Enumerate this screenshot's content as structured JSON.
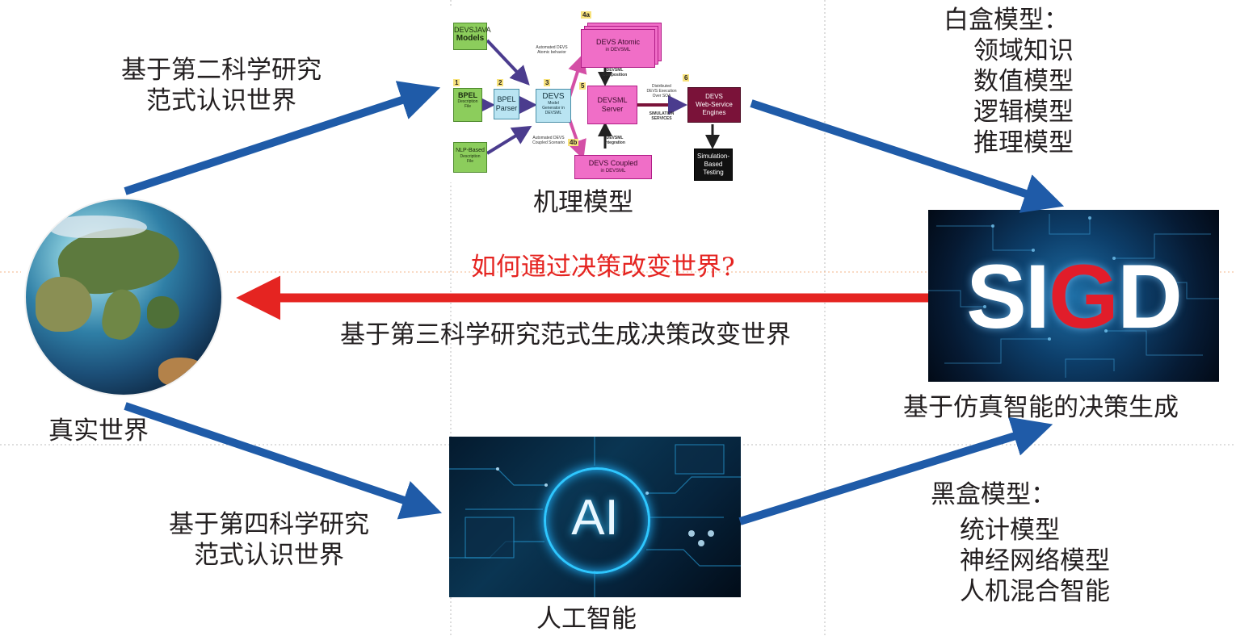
{
  "colors": {
    "blue_arrow": "#1f5ba8",
    "red_arrow": "#e52421",
    "red_text": "#e52421",
    "text": "#231f20"
  },
  "labels": {
    "paradigm2_line1": "基于第二科学研究",
    "paradigm2_line2": "范式认识世界",
    "mechanism_model": "机理模型",
    "whitebox_title": "白盒模型：",
    "whitebox_items": [
      "领域知识",
      "数值模型",
      "逻辑模型",
      "推理模型"
    ],
    "question": "如何通过决策改变世界?",
    "paradigm3": "基于第三科学研究范式生成决策改变世界",
    "real_world": "真实世界",
    "sigd_caption": "基于仿真智能的决策生成",
    "paradigm4_line1": "基于第四科学研究",
    "paradigm4_line2": "范式认识世界",
    "ai_caption": "人工智能",
    "blackbox_title": "黑盒模型：",
    "blackbox_items": [
      "统计模型",
      "神经网络模型",
      "人机混合智能"
    ]
  },
  "sigd_logo": {
    "s": "S",
    "i": "I",
    "g": "G",
    "d": "D"
  },
  "ai_logo": "AI",
  "mechanism_diagram": {
    "devsjava": [
      "DEVSJAVA",
      "Models"
    ],
    "bpel_file": [
      "BPEL",
      "Description",
      "File"
    ],
    "nlp_file": [
      "NLP-Based",
      "Description",
      "File"
    ],
    "bpel_parser": [
      "BPEL",
      "Parser"
    ],
    "devs_gen": [
      "DEVS",
      "Model",
      "Generator in",
      "DEVSML"
    ],
    "atomic": [
      "DEVS Atomic",
      "in DEVSML"
    ],
    "coupled": [
      "DEVS Coupled",
      "in DEVSML"
    ],
    "server": [
      "DEVSML",
      "Server"
    ],
    "engines": [
      "DEVS",
      "Web-Service",
      "Engines"
    ],
    "testing": [
      "Simulation-",
      "Based",
      "Testing"
    ],
    "numbers": [
      "1",
      "2",
      "3",
      "4a",
      "4b",
      "5",
      "6"
    ],
    "notes": {
      "auto_behavior": [
        "Automated DEVS",
        "Atomic behavior"
      ],
      "auto_coupled": [
        "Automated DEVS",
        "Coupled Scenario"
      ],
      "composition": [
        "DEVSML",
        "Composition"
      ],
      "integration": [
        "DEVSML",
        "Integration"
      ],
      "distributed": [
        "Distributed",
        "DEVS Execution",
        "Over SOA"
      ],
      "sim_services": [
        "SIMULATION",
        "SERVICES"
      ]
    }
  }
}
